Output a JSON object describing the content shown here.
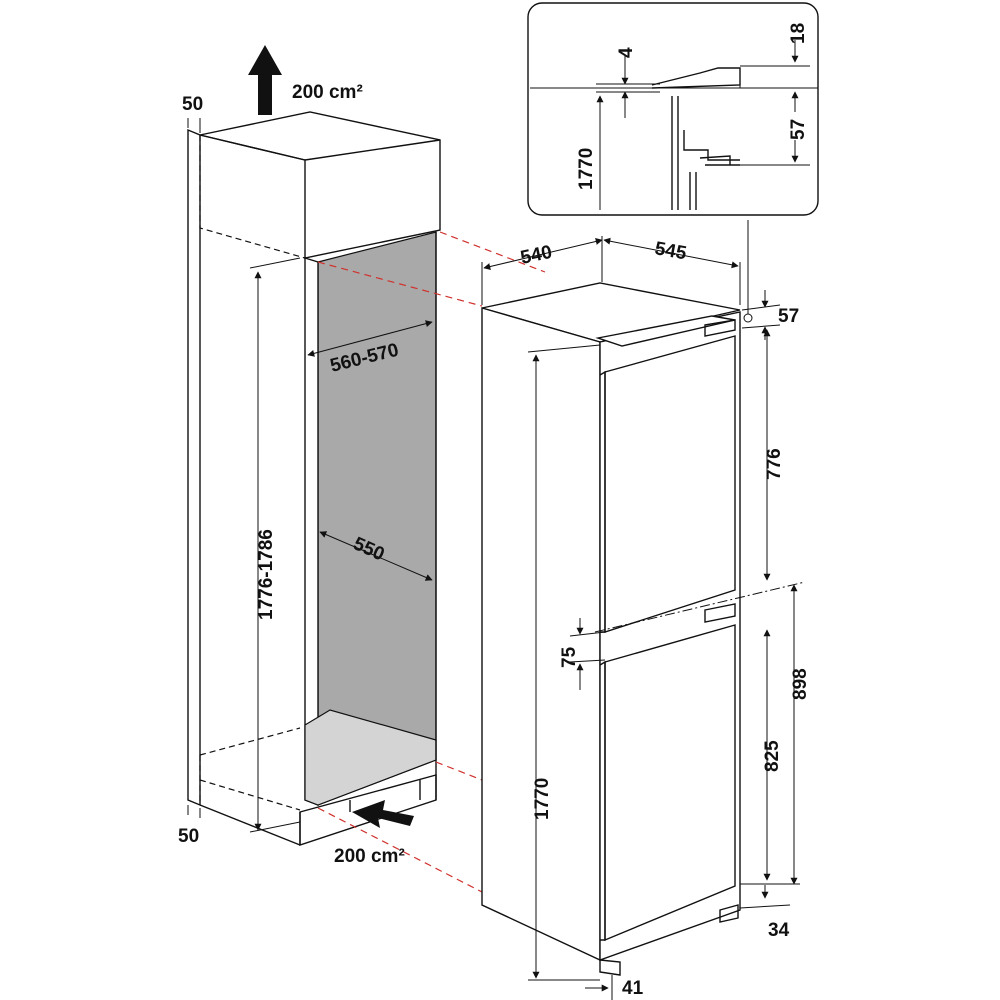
{
  "labels": {
    "top_vent_area": "200 cm²",
    "bottom_vent_area": "200 cm²",
    "gap_top": "50",
    "gap_bottom": "50",
    "niche_height": "1776-1786",
    "niche_width": "560-570",
    "niche_depth": "550",
    "appliance_width": "540",
    "appliance_depth": "545",
    "appliance_height": "1770",
    "top_offset": "57",
    "upper_door": "776",
    "door_gap": "75",
    "lower_door_total": "898",
    "lower_door": "825",
    "bottom_offset": "34",
    "foot_offset": "41",
    "detail_height": "1770",
    "detail_gap": "4",
    "detail_top": "18",
    "detail_offset": "57"
  }
}
